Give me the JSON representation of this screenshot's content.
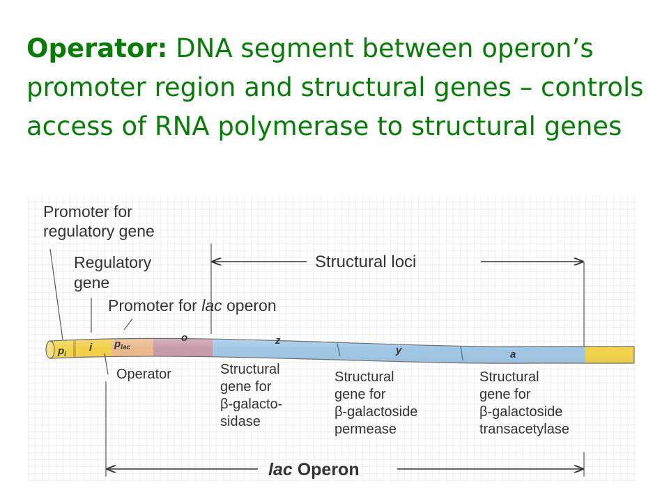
{
  "title": {
    "lead": "Operator:",
    "text": "DNA segment between operon’s promoter region and structural genes – controls access of RNA polymerase to structural genes"
  },
  "diagram": {
    "labels": {
      "promoter_regulatory_1": "Promoter for",
      "promoter_regulatory_2": "regulatory gene",
      "regulatory_gene_1": "Regulatory",
      "regulatory_gene_2": "gene",
      "promoter_lac_prefix": "Promoter for ",
      "promoter_lac_italic": "lac",
      "promoter_lac_suffix": " operon",
      "structural_loci": "Structural loci",
      "operator": "Operator",
      "z_desc_1": "Structural",
      "z_desc_2": "gene for",
      "z_desc_3": "β-galacto-",
      "z_desc_4": "sidase",
      "y_desc_1": "Structural",
      "y_desc_2": "gene for",
      "y_desc_3": "β-galactoside",
      "y_desc_4": "permease",
      "a_desc_1": "Structural",
      "a_desc_2": "gene for",
      "a_desc_3": "β-galactoside",
      "a_desc_4": "transacetylase",
      "lac_operon_italic": "lac",
      "lac_operon_suffix": " Operon"
    },
    "segments": {
      "pi": "p",
      "pi_sub": "i",
      "i": "i",
      "plac": "p",
      "plac_sub": "lac",
      "o": "o",
      "z": "z",
      "y": "y",
      "a": "a"
    },
    "colors": {
      "title_green": "#0a7a0a",
      "promoter_yellow": "#f2d34a",
      "operator_mauve": "#c69aa8",
      "gene_blue": "#9fc6e6",
      "grid": "#dcdcdc"
    }
  }
}
